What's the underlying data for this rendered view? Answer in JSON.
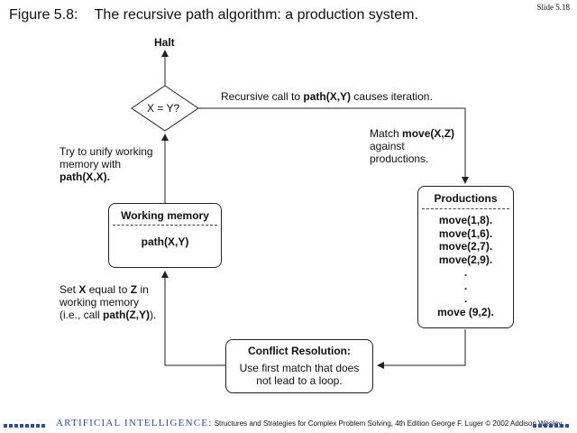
{
  "figure": {
    "number": "Figure 5.8:",
    "title": "The recursive path algorithm: a production system."
  },
  "slide_number": "Slide 5.18",
  "diagram": {
    "halt_label": "Halt",
    "decision": "X = Y?",
    "recursive_call": {
      "prefix": "Recursive call to",
      "call": "path(X,Y)",
      "suffix": "causes iteration."
    },
    "match": {
      "line1_prefix": "Match",
      "line1_bold": "move(X,Z)",
      "line2": "against",
      "line3": "productions."
    },
    "unify": {
      "line1": "Try to unify working",
      "line2": "memory with",
      "line3": "path(X,X)."
    },
    "working_memory": {
      "title": "Working memory",
      "content": "path(X,Y)"
    },
    "productions": {
      "title": "Productions",
      "items": [
        "move(1,8).",
        "move(1,6).",
        "move(2,7).",
        "move(2,9).",
        ".",
        ".",
        ".",
        "move (9,2)."
      ]
    },
    "set_x": {
      "line1_prefix": "Set",
      "line1_b1": "X",
      "line1_mid": "equal to",
      "line1_b2": "Z",
      "line1_suffix": "in",
      "line2": "working memory",
      "line3_prefix": "(i.e., call",
      "line3_bold": "path(Z,Y)",
      "line3_suffix": ")."
    },
    "conflict": {
      "title": "Conflict Resolution:",
      "line1": "Use first match that does",
      "line2": "not lead to a loop."
    }
  },
  "footer": {
    "brand": "ARTIFICIAL INTELLIGENCE:",
    "text": "Structures and Strategies for Complex Problem Solving, 4th Edition George F. Luger  © 2002 Addison Wesley"
  }
}
